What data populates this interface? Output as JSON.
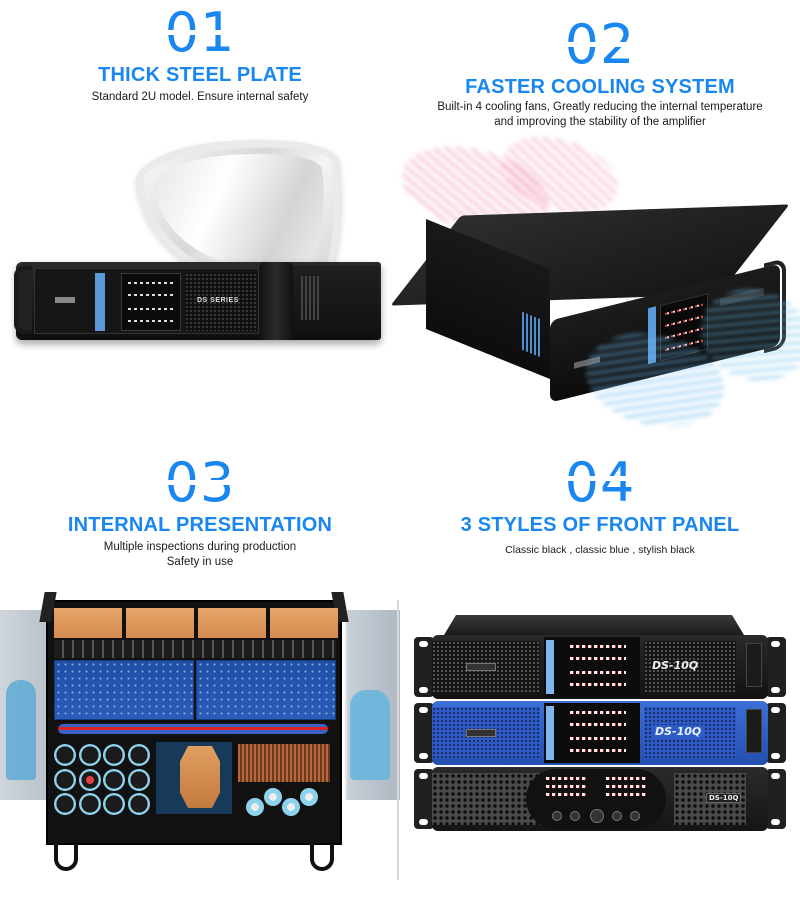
{
  "theme": {
    "accent": "#1a86f0",
    "text": "#1a1a1a",
    "background": "#ffffff"
  },
  "features": [
    {
      "number": "01",
      "title": "THICK STEEL PLATE",
      "subtitle_lines": [
        "Standard 2U model. Ensure internal safety"
      ],
      "image": {
        "type": "amplifier-with-shield",
        "label": "DS SERIES"
      }
    },
    {
      "number": "02",
      "title": "FASTER COOLING SYSTEM",
      "subtitle_lines": [
        "Built-in 4 cooling fans, Greatly reducing the internal temperature",
        "and improving the stability of the amplifier"
      ],
      "image": {
        "type": "amplifier-airflow",
        "airflow_in_color": "#f08caa",
        "airflow_out_color": "#6ebef0"
      }
    },
    {
      "number": "03",
      "title": "INTERNAL PRESENTATION",
      "subtitle_lines": [
        "Multiple inspections during production",
        "Safety in use"
      ],
      "image": {
        "type": "amplifier-internals"
      }
    },
    {
      "number": "04",
      "title": "3 STYLES OF FRONT PANEL",
      "subtitle_lines": [
        "Classic black , classic blue , stylish black"
      ],
      "image": {
        "type": "front-panel-styles",
        "units": [
          {
            "style": "classic-black",
            "model": "DS-10Q"
          },
          {
            "style": "classic-blue",
            "model": "DS-10Q"
          },
          {
            "style": "stylish-black",
            "model": "DS-10Q"
          }
        ]
      }
    }
  ]
}
